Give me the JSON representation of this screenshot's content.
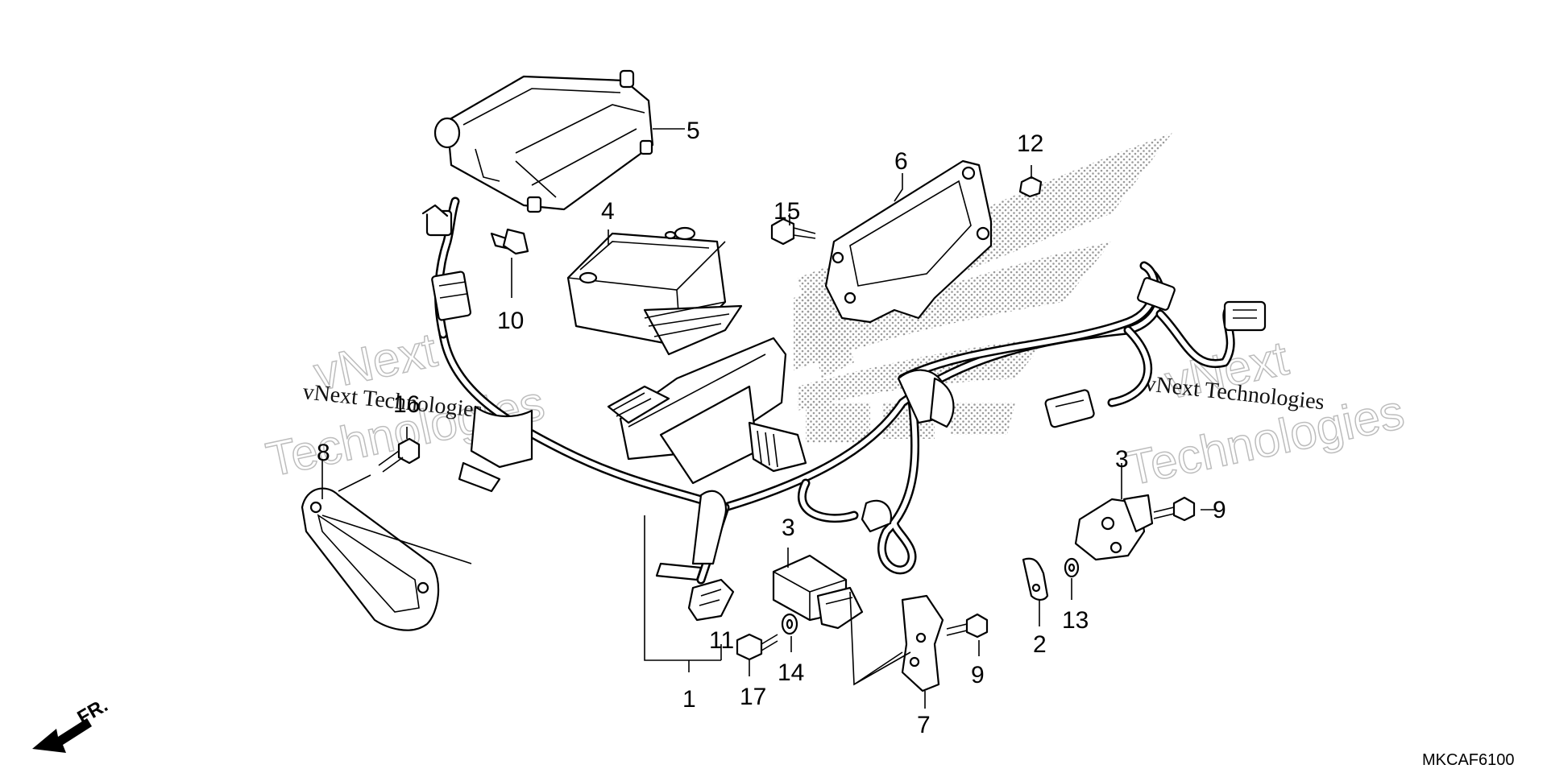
{
  "diagram_code": "MKCAF6100",
  "direction_label": "FR.",
  "watermark": {
    "line1": "vNext",
    "line2": "Technologies",
    "caption": "vNext Technologies"
  },
  "callouts": {
    "c1": "1",
    "c2": "2",
    "c3a": "3",
    "c3b": "3",
    "c4": "4",
    "c5": "5",
    "c6": "6",
    "c7": "7",
    "c8": "8",
    "c9a": "9",
    "c9b": "9",
    "c10": "10",
    "c11": "11",
    "c12": "12",
    "c13": "13",
    "c14": "14",
    "c15": "15",
    "c16": "16",
    "c17": "17"
  }
}
